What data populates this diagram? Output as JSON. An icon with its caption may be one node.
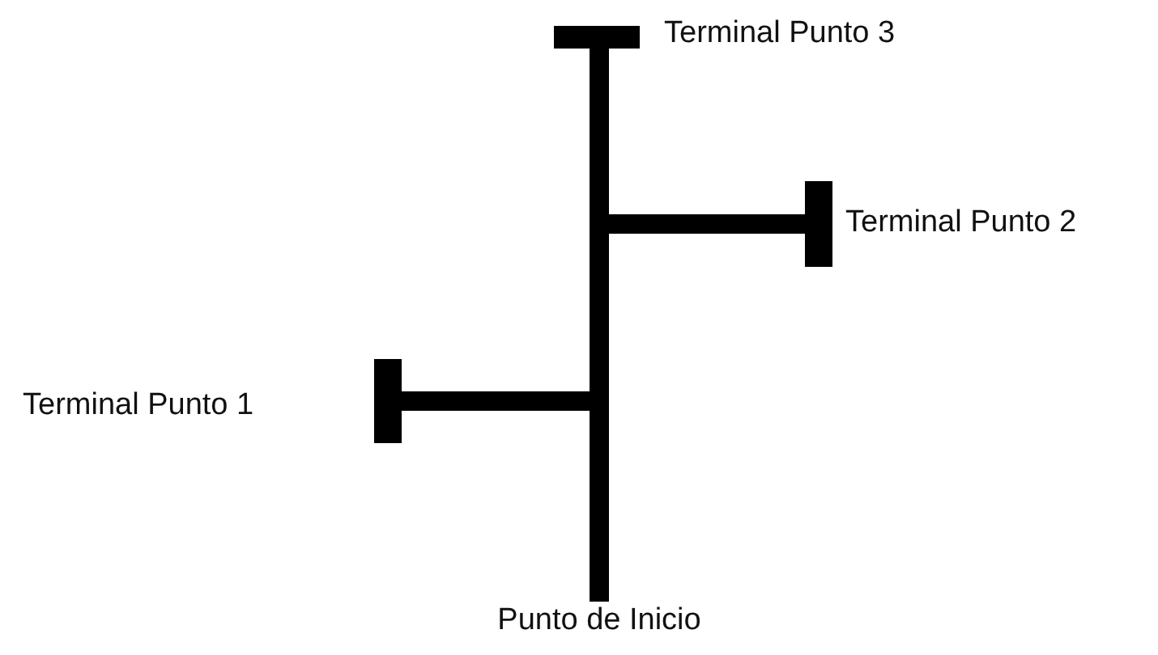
{
  "diagram": {
    "nodes": [
      {
        "text": [
          "Punto de Inicio"
        ]
      },
      {
        "text": [],
        "shape": "bar",
        "beside": [
          "Terminal Punto 3"
        ]
      },
      {
        "text": [],
        "shape": "bar",
        "beside": [
          "Terminal Punto 2"
        ]
      },
      {
        "text": [],
        "shape": "bar",
        "beside": [
          "Terminal Punto 1"
        ]
      }
    ],
    "edges": [
      {
        "from": 0,
        "to": 1,
        "arrow": "none"
      },
      {
        "from": 0,
        "to": 2,
        "arrow": "none"
      },
      {
        "from": 0,
        "to": 3,
        "arrow": "none"
      }
    ]
  }
}
